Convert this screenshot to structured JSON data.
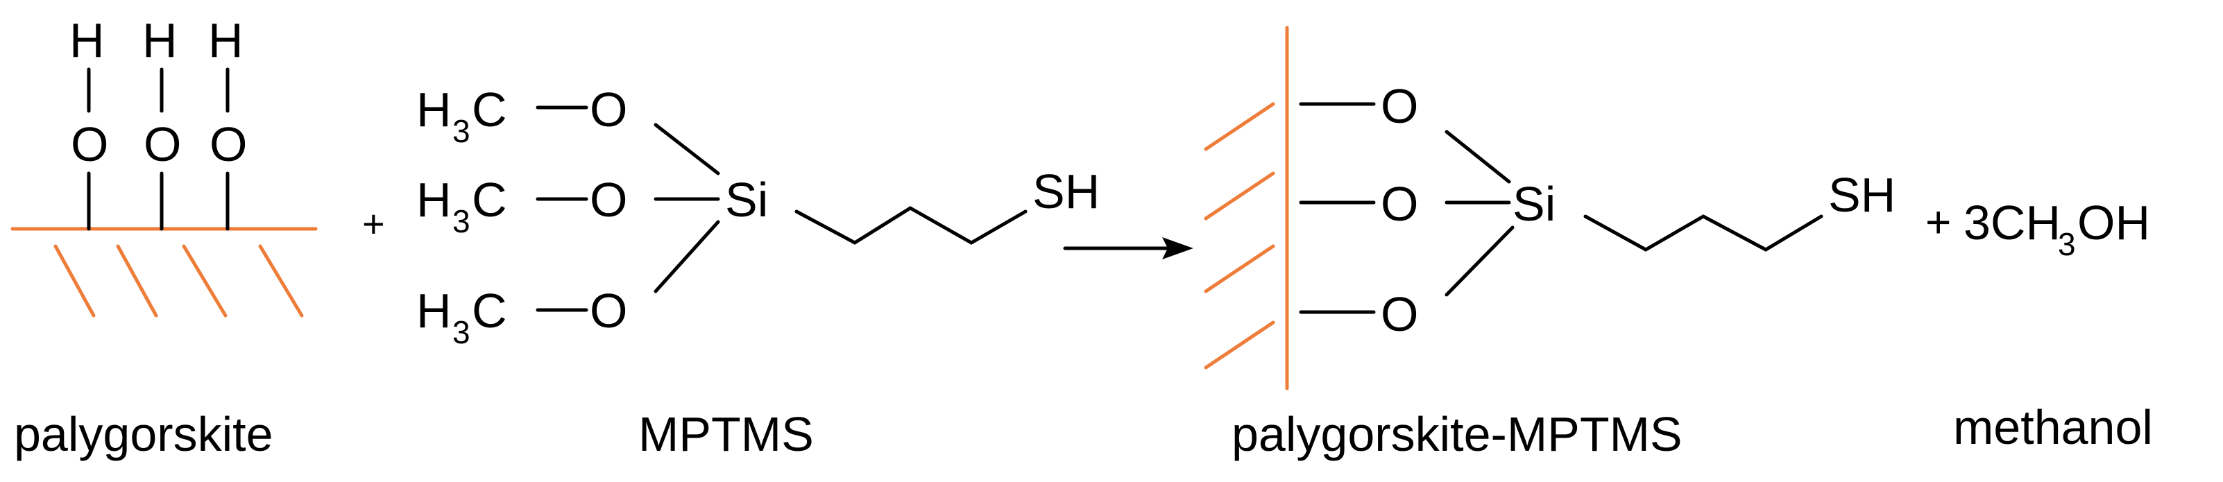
{
  "atoms": {
    "H": "H",
    "O": "O",
    "Si": "Si",
    "SH": "SH",
    "C_H3_left": "H",
    "three": "3",
    "C": "C"
  },
  "operators": {
    "plus1": "+",
    "plus2": "+"
  },
  "product_byproduct": {
    "prefix": "3CH",
    "sub": "3",
    "suffix": "OH"
  },
  "captions": {
    "reactant1": "palygorskite",
    "reactant2": "MPTMS",
    "product": "palygorskite-MPTMS",
    "byproduct": "methanol"
  },
  "colors": {
    "surface": "#ee7d3a",
    "ink": "#000000"
  }
}
